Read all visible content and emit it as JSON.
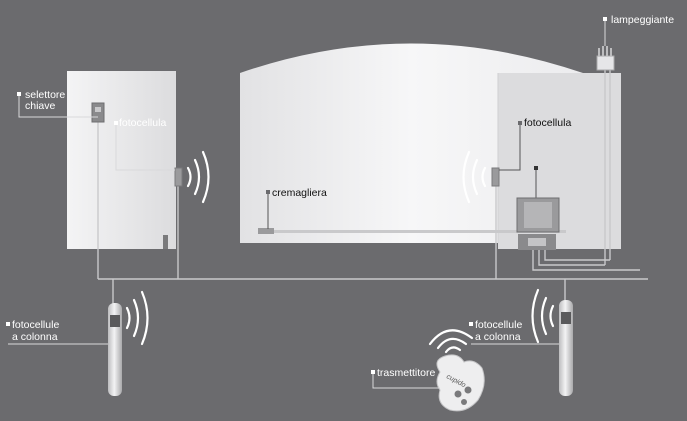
{
  "labels": {
    "lampeggiante": "lampeggiante",
    "selettore_line1": "selettore",
    "selettore_line2": "chiave",
    "fotocellula_left": "fotocellula",
    "fotocellula_right": "fotocellula",
    "cremagliera": "cremagliera",
    "fotocellule_left_line1": "fotocellule",
    "fotocellule_left_line2": "a colonna",
    "fotocellule_right_line1": "fotocellule",
    "fotocellule_right_line2": "a colonna",
    "trasmettitore": "trasmettitore",
    "remote_brand": "cupido"
  },
  "colors": {
    "background": "#6b6b6e",
    "wall": "#eeeeef",
    "label_text": "#ffffff",
    "wire": "#c9c9cb"
  },
  "icons": [
    "flashing-lamp-icon",
    "key-selector-icon",
    "photocell-icon",
    "rack-icon",
    "gate-motor-icon",
    "column-photocell-icon",
    "remote-transmitter-icon",
    "signal-waves-icon"
  ]
}
